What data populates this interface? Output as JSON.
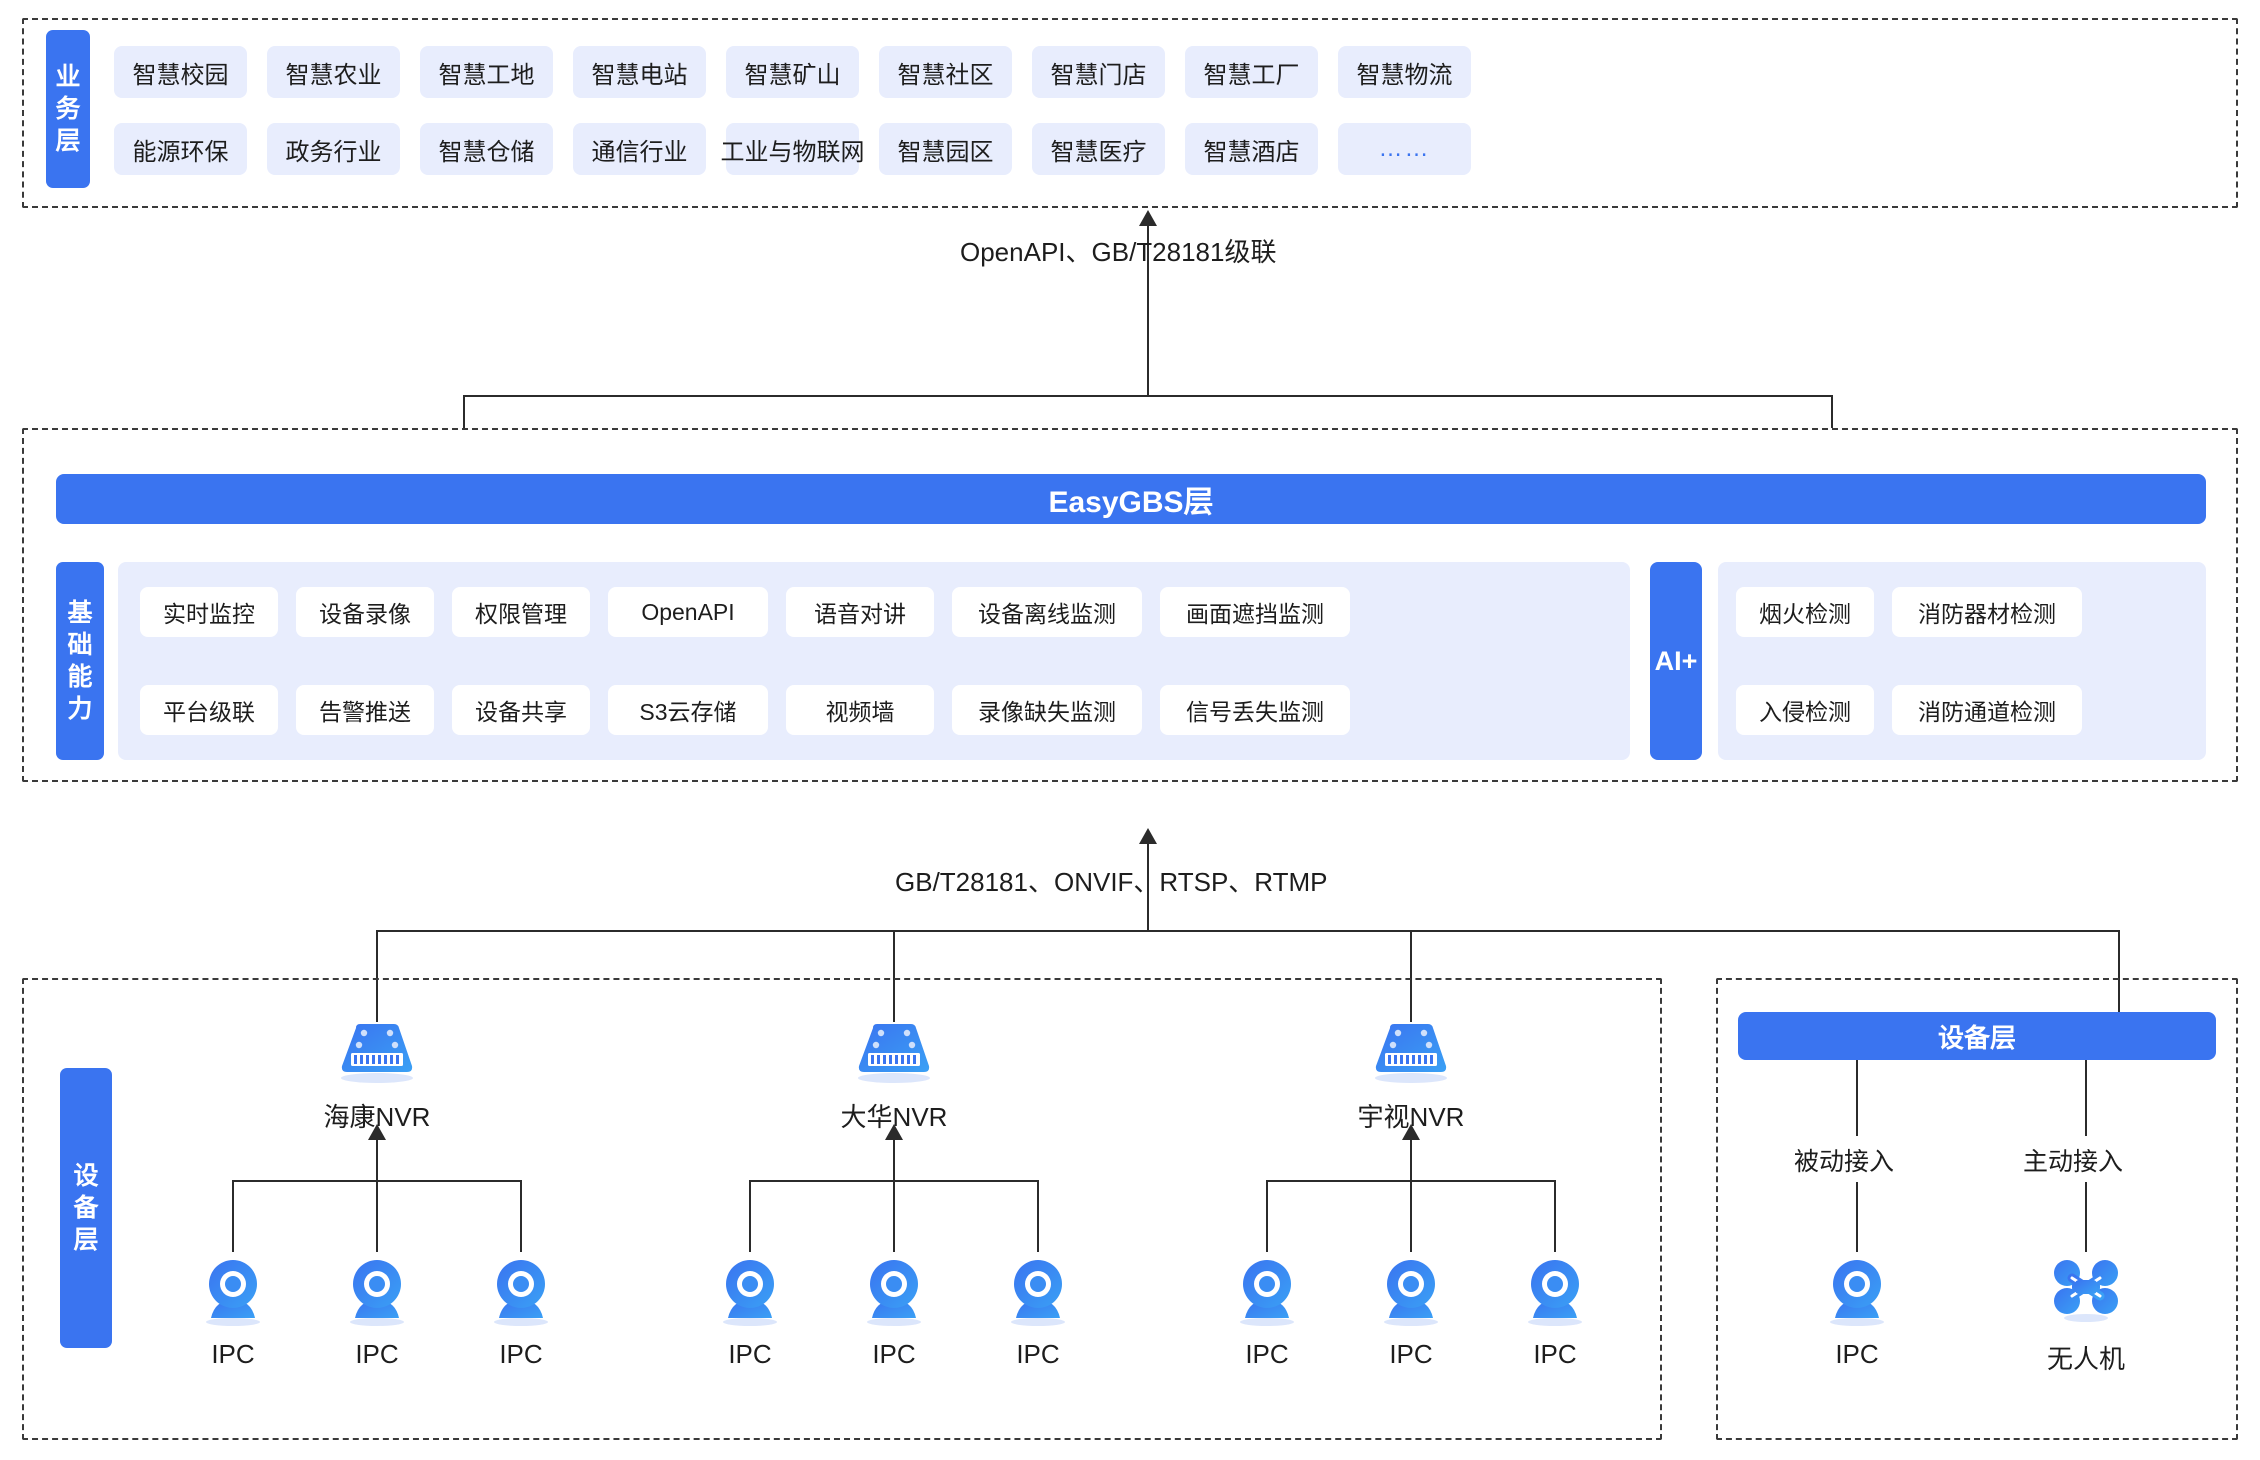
{
  "business_layer": {
    "label": "业务层",
    "rows": [
      [
        "智慧校园",
        "智慧农业",
        "智慧工地",
        "智慧电站",
        "智慧矿山",
        "智慧社区",
        "智慧门店",
        "智慧工厂",
        "智慧物流"
      ],
      [
        "能源环保",
        "政务行业",
        "智慧仓储",
        "通信行业",
        "工业与物联网",
        "智慧园区",
        "智慧医疗",
        "智慧酒店",
        "……"
      ]
    ]
  },
  "connector_top": {
    "text": "OpenAPI、GB/T28181级联"
  },
  "platform_layer": {
    "title": "EasyGBS层",
    "capability_label": "基础能力",
    "capability_rows": [
      [
        "实时监控",
        "设备录像",
        "权限管理",
        "OpenAPI",
        "语音对讲",
        "设备离线监测",
        "画面遮挡监测"
      ],
      [
        "平台级联",
        "告警推送",
        "设备共享",
        "S3云存储",
        "视频墙",
        "录像缺失监测",
        "信号丢失监测"
      ]
    ],
    "ai_label": "AI+",
    "ai_rows": [
      [
        "烟火检测",
        "消防器材检测"
      ],
      [
        "入侵检测",
        "消防通道检测"
      ]
    ]
  },
  "connector_bottom": {
    "text": "GB/T28181、ONVIF、RTSP、RTMP"
  },
  "device_layer_left": {
    "label": "设备层",
    "nvrs": [
      {
        "name": "海康NVR",
        "cameras": [
          "IPC",
          "IPC",
          "IPC"
        ]
      },
      {
        "name": "大华NVR",
        "cameras": [
          "IPC",
          "IPC",
          "IPC"
        ]
      },
      {
        "name": "宇视NVR",
        "cameras": [
          "IPC",
          "IPC",
          "IPC"
        ]
      }
    ]
  },
  "device_layer_right": {
    "title": "设备层",
    "branches": [
      {
        "mode": "被动接入",
        "device": "IPC",
        "icon": "camera-icon"
      },
      {
        "mode": "主动接入",
        "device": "无人机",
        "icon": "drone-icon"
      }
    ]
  },
  "colors": {
    "brand_blue": "#3a74f0",
    "chip_bg": "#e8edfd",
    "line": "#2b2b2b"
  }
}
